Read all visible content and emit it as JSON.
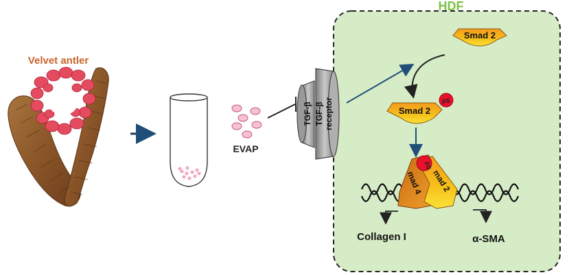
{
  "source_label": "Velvet antler",
  "vesicle_label": "EVAP",
  "cell_label": "HDF",
  "ligand_label": "TGF-β",
  "receptor_label": [
    "TGF-β",
    "receptor"
  ],
  "smad2_label": "Smad 2",
  "smad2_p_label": "Smad 2",
  "phospho_label": "pS",
  "complex_smad4_label": "mad 4",
  "complex_smad2_label": "mad 2",
  "complex_phospho_label": "pS",
  "gene1_label": "Collagen I",
  "gene2_label": "α-SMA",
  "colors": {
    "antler_label": "#c8642a",
    "cell_label": "#7dc242",
    "cell_fill": "#d6ecc6",
    "pathway_arrow": "#1f4e79",
    "phospho": "#e8102a",
    "vesicle": "#f4a6c0"
  }
}
